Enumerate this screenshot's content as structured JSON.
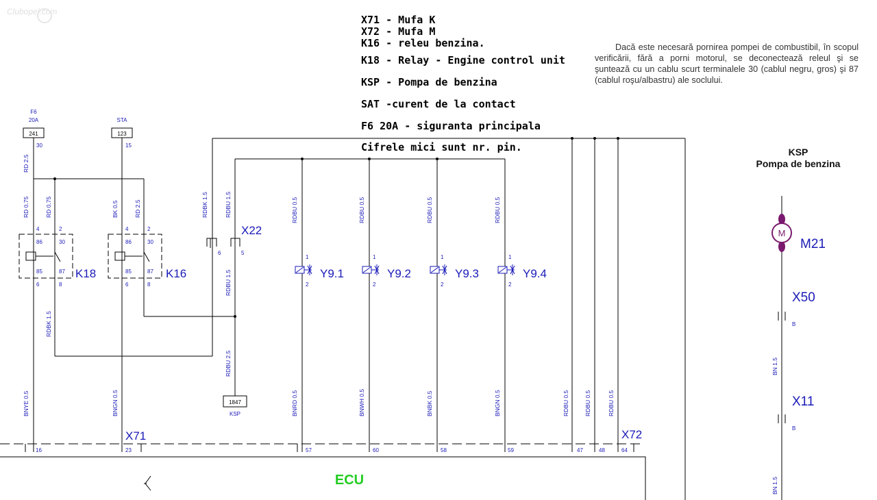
{
  "watermark": "Clubopel.com",
  "legend": [
    "X71 - Mufa K",
    "X72 - Mufa M",
    "K16 - releu benzina.",
    "K18 - Relay - Engine control unit",
    "KSP - Pompa de benzina",
    "SAT -curent de la contact",
    "F6 20A - siguranta principala",
    "Cifrele mici sunt nr. pin."
  ],
  "note": "Dacă este necesară pornirea pompei de combustibil, în scopul verificării, fără a porni motorul, se deconectează releul şi se şuntează cu un cablu scurt terminalele 30 (cablul negru, gros) şi 87 (cablul roşu/albastru) ale soclului.",
  "ksp": {
    "title": "KSP",
    "subtitle": "Pompa de benzina"
  },
  "fuse": {
    "name": "F6",
    "rating": "20A",
    "box": "241",
    "pin": "30"
  },
  "sta": {
    "name": "STA",
    "box": "123",
    "pin": "15"
  },
  "relays": {
    "k18": {
      "label": "K18",
      "pins": [
        "4",
        "2",
        "86",
        "30",
        "85",
        "87",
        "6",
        "8"
      ]
    },
    "k16": {
      "label": "K16",
      "pins": [
        "4",
        "2",
        "86",
        "30",
        "85",
        "87",
        "6",
        "8"
      ]
    }
  },
  "x22": {
    "label": "X22",
    "pins": [
      "6",
      "5"
    ]
  },
  "injectors": [
    {
      "label": "Y9.1",
      "top_wire": "RDBU 0.5",
      "bottom_wire": "BNRD 0.5",
      "pin": "57"
    },
    {
      "label": "Y9.2",
      "top_wire": "RDBU 0.5",
      "bottom_wire": "BNWH 0.5",
      "pin": "60"
    },
    {
      "label": "Y9.3",
      "top_wire": "RDBU 0.5",
      "bottom_wire": "BNBK 0.5",
      "pin": "58"
    },
    {
      "label": "Y9.4",
      "top_wire": "RDBU 0.5",
      "bottom_wire": "BNGN 0.5",
      "pin": "59"
    }
  ],
  "injector_pins": [
    "1",
    "2"
  ],
  "wires": {
    "rd25": "RD 2.5",
    "rd075a": "RD 0.75",
    "rd075b": "RD 0.75",
    "bk05": "BK 0.5",
    "rd25b": "RD 2.5",
    "rdbk15a": "RDBK 1.5",
    "rdbu15a": "RDBU 1.5",
    "rdbu15b": "RDBU 1.5",
    "rdbk15b": "RDBK 1.5",
    "rdbu25": "RDBU 2.5",
    "bnye05": "BNYE 0.5",
    "bngn05": "BNGN 0.5",
    "rdbu05a": "RDBU 0.5",
    "rdbu05b": "RDBU 0.5",
    "rdbu05c": "RDBU 0.5",
    "bn15a": "BN 1.5",
    "bn15b": "BN 1.5"
  },
  "ksp_box": {
    "num": "1847",
    "label": "KSP"
  },
  "x71": {
    "label": "X71",
    "pins": [
      "16",
      "23"
    ]
  },
  "x72": {
    "label": "X72",
    "pins": [
      "57",
      "60",
      "58",
      "59",
      "47",
      "48",
      "64"
    ]
  },
  "ecu": "ECU",
  "motor": {
    "label": "M21",
    "symbol": "M"
  },
  "x50": {
    "label": "X50",
    "pin": "B"
  },
  "x11": {
    "label": "X11",
    "pin": "B"
  },
  "colors": {
    "wire": "#000000",
    "label_blue": "#1a1ab8",
    "ecu_green": "#22cc22",
    "motor": "#7a1a6e"
  }
}
